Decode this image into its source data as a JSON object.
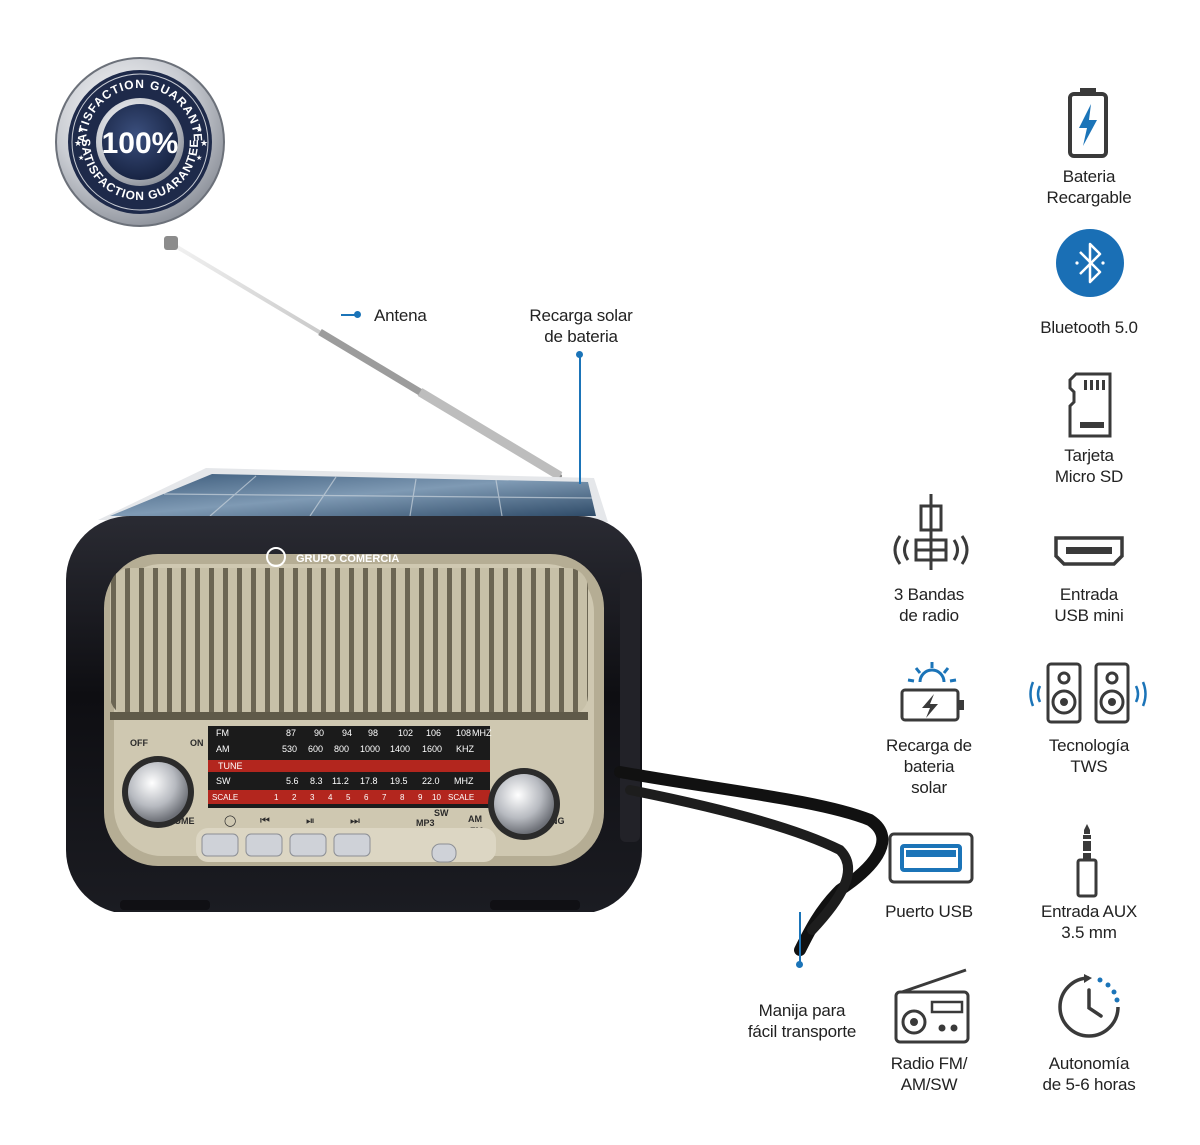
{
  "colors": {
    "accent_blue": "#1b74b8",
    "bluetooth_blue": "#1a6fb5",
    "icon_gray": "#3a3a3a",
    "radio_body": "#141418",
    "grille_gold": "#b7ae95"
  },
  "badge": {
    "ring_text_top": "SATISFACTION GUARANTEE",
    "ring_text_bottom": "SATISFACTION GUARANTEE",
    "center": "100%"
  },
  "radio": {
    "brand": "GRUPO COMERCIA",
    "dial": {
      "fm_row": [
        "FM",
        "87",
        "90",
        "94",
        "98",
        "102",
        "106",
        "108",
        "MHZ"
      ],
      "am_row": [
        "AM",
        "530",
        "600",
        "800",
        "1000",
        "1400",
        "1600",
        "KHZ"
      ],
      "tune": "TUNE",
      "sw_row": [
        "SW",
        "5.6",
        "8.3",
        "11.2",
        "17.8",
        "19.5",
        "22.0",
        "MHZ"
      ],
      "scale_row": [
        "SCALE",
        "1",
        "2",
        "3",
        "4",
        "5",
        "6",
        "7",
        "8",
        "9",
        "10",
        "SCALE"
      ],
      "off": "OFF",
      "on": "ON",
      "volume": "VOLUME",
      "tuning": "TUNING",
      "mode_sw": "SW",
      "mode_am": "AM",
      "mode_mp3": "MP3",
      "mode_fm": "FM"
    }
  },
  "callouts": {
    "antenna": "Antena",
    "solar": [
      "Recarga solar",
      "de bateria"
    ],
    "handle": [
      "Manija para",
      "fácil transporte"
    ]
  },
  "features": [
    {
      "id": "battery",
      "icon": "battery-bolt-icon",
      "lines": [
        "Bateria",
        "Recargable"
      ]
    },
    {
      "id": "bluetooth",
      "icon": "bluetooth-icon",
      "lines": [
        "Bluetooth 5.0"
      ]
    },
    {
      "id": "microsd",
      "icon": "microsd-icon",
      "lines": [
        "Tarjeta",
        "Micro SD"
      ]
    },
    {
      "id": "bands",
      "icon": "antenna-waves-icon",
      "lines": [
        "3 Bandas",
        "de radio"
      ]
    },
    {
      "id": "usbmini",
      "icon": "usb-mini-port-icon",
      "lines": [
        "Entrada",
        "USB mini"
      ]
    },
    {
      "id": "solarcharge",
      "icon": "solar-battery-icon",
      "lines": [
        "Recarga de",
        "bateria",
        "solar"
      ]
    },
    {
      "id": "tws",
      "icon": "speakers-icon",
      "lines": [
        "Tecnología",
        "TWS"
      ]
    },
    {
      "id": "usb",
      "icon": "usb-port-icon",
      "lines": [
        "Puerto USB"
      ]
    },
    {
      "id": "aux",
      "icon": "aux-jack-icon",
      "lines": [
        "Entrada AUX",
        "3.5 mm"
      ]
    },
    {
      "id": "radio",
      "icon": "radio-icon",
      "lines": [
        "Radio FM/",
        "AM/SW"
      ]
    },
    {
      "id": "autonomy",
      "icon": "clock-icon",
      "lines": [
        "Autonomía",
        "de 5-6 horas"
      ]
    }
  ]
}
